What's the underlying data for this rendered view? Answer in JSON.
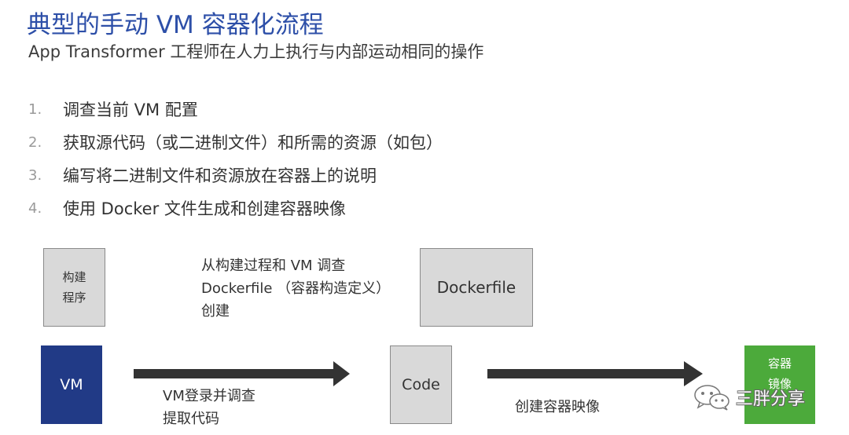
{
  "title": "典型的手动 VM 容器化流程",
  "subtitle": "App Transformer  工程师在人力上执行与内部运动相同的操作",
  "steps": [
    {
      "num": "1.",
      "text": "调查当前 VM 配置"
    },
    {
      "num": "2.",
      "text": "获取源代码（或二进制文件）和所需的资源（如包）"
    },
    {
      "num": "3.",
      "text": "编写将二进制文件和资源放在容器上的说明"
    },
    {
      "num": "4.",
      "text": "使用 Docker 文件生成和创建容器映像"
    }
  ],
  "diagram": {
    "build_box": {
      "line1": "构建",
      "line2": "程序"
    },
    "dockerfile_note": {
      "line1": "从构建过程和 VM 调查",
      "line2": "Dockerfile （容器构造定义）",
      "line3": "创建"
    },
    "dockerfile_box": "Dockerfile",
    "vm_box": "VM",
    "login_note": {
      "line1": "VM登录并调查",
      "line2": "提取代码"
    },
    "code_box": "Code",
    "create_note": "创建容器映像",
    "image_box": {
      "line1": "容器",
      "line2": "镜像"
    }
  },
  "colors": {
    "title": "#2d4fa8",
    "vm_box": "#213a86",
    "image_box": "#4caa3b",
    "gray_box": "#d9d9d9",
    "arrow": "#333333"
  },
  "watermark": {
    "icon": "wechat-icon",
    "text": "三胖分享"
  }
}
